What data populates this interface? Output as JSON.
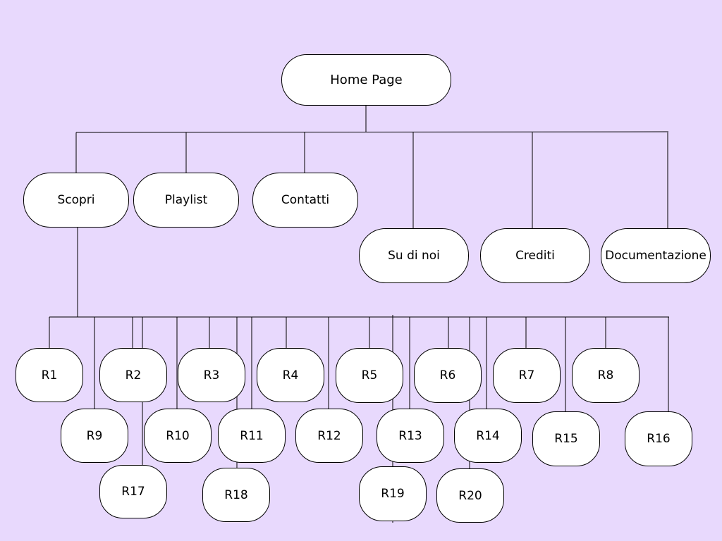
{
  "colors": {
    "background": "#e8d9fd",
    "node_fill": "#ffffff",
    "line": "#000000"
  },
  "root": {
    "label": "Home Page"
  },
  "sections": [
    {
      "id": "scopri",
      "label": "Scopri"
    },
    {
      "id": "playlist",
      "label": "Playlist"
    },
    {
      "id": "contatti",
      "label": "Contatti"
    },
    {
      "id": "su-di-noi",
      "label": "Su di noi"
    },
    {
      "id": "crediti",
      "label": "Crediti"
    },
    {
      "id": "documentazione",
      "label": "Documentazione"
    }
  ],
  "scopri_children": [
    {
      "label": "R1"
    },
    {
      "label": "R2"
    },
    {
      "label": "R3"
    },
    {
      "label": "R4"
    },
    {
      "label": "R5"
    },
    {
      "label": "R6"
    },
    {
      "label": "R7"
    },
    {
      "label": "R8"
    },
    {
      "label": "R9"
    },
    {
      "label": "R10"
    },
    {
      "label": "R11"
    },
    {
      "label": "R12"
    },
    {
      "label": "R13"
    },
    {
      "label": "R14"
    },
    {
      "label": "R15"
    },
    {
      "label": "R16"
    },
    {
      "label": "R17"
    },
    {
      "label": "R18"
    },
    {
      "label": "R19"
    },
    {
      "label": "R20"
    }
  ]
}
